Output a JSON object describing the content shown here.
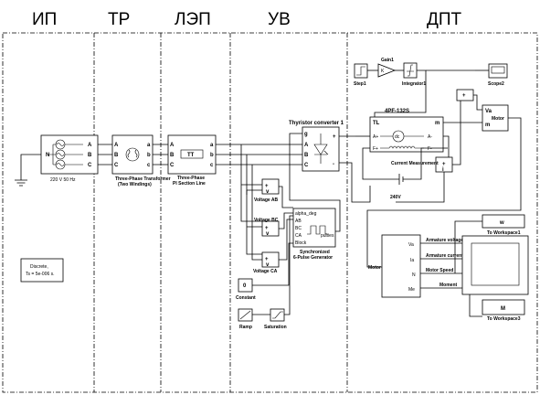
{
  "sections": {
    "ip": "ИП",
    "tr": "ТР",
    "lep": "ЛЭП",
    "uv": "УВ",
    "dpt": "ДПТ"
  },
  "source": {
    "voltage_label": "220 V  50 Hz",
    "ports": [
      "A",
      "B",
      "C"
    ]
  },
  "transformer": {
    "title": "Three-Phase Transformer",
    "subtitle": "(Two Windings)",
    "ports_in": [
      "A",
      "B",
      "C"
    ],
    "ports_out": [
      "a",
      "b",
      "c"
    ]
  },
  "line": {
    "title": "Three-Phase",
    "subtitle": "PI Section Line",
    "icon": "TT",
    "ports_in": [
      "A",
      "B",
      "C"
    ],
    "ports_out": [
      "a",
      "b",
      "c"
    ]
  },
  "thyristor": {
    "title": "Thyristor converter 1",
    "ports_in": [
      "g",
      "A",
      "B",
      "C"
    ],
    "port_pos": "+",
    "port_neg": "-"
  },
  "voltage_ab": {
    "label": "Voltage AB"
  },
  "voltage_bc": {
    "label": "Voltage BC"
  },
  "voltage_ca": {
    "label": "Voltage CA"
  },
  "pulse_gen": {
    "title": "Synchronized",
    "subtitle": "6-Pulse Generator",
    "ports_in": [
      "alpha_deg",
      "AB",
      "BC",
      "CA",
      "Block"
    ],
    "port_out": "pulses"
  },
  "constant": {
    "value": "0",
    "label": "Constant"
  },
  "ramp": {
    "label": "Ramp"
  },
  "saturation": {
    "label": "Saturation"
  },
  "discrete": {
    "line1": "Discrete,",
    "line2": "Ts = 5e-006 s."
  },
  "step": {
    "label": "Step1"
  },
  "gain": {
    "label": "Gain1",
    "value": "K"
  },
  "integrator": {
    "label": "Integrator1"
  },
  "scope2": {
    "label": "Scope2"
  },
  "motor_model": {
    "label": "4PF-132S",
    "tl": "TL",
    "m": "m",
    "aplus": "A+",
    "aminus": "A-",
    "fplus": "F+",
    "fminus": "F-",
    "dc": "dc"
  },
  "current_meas": {
    "label": "Current Measurement",
    "port_i": "i"
  },
  "dc_source": {
    "label": "240V"
  },
  "motor_small": {
    "label": "Motor",
    "va": "Va",
    "m": "m"
  },
  "motor_demux": {
    "title": "Motor",
    "signals": [
      "Va",
      "Ia",
      "N",
      "Me"
    ]
  },
  "signals": {
    "armature_voltage": "Armature voltage",
    "armature_current": "Armature current",
    "motor_speed": "Motor Speed",
    "moment": "Moment"
  },
  "to_ws1": {
    "value": "w",
    "label": "To Workspace1"
  },
  "to_ws3": {
    "value": "M",
    "label": "To Workspace3"
  }
}
